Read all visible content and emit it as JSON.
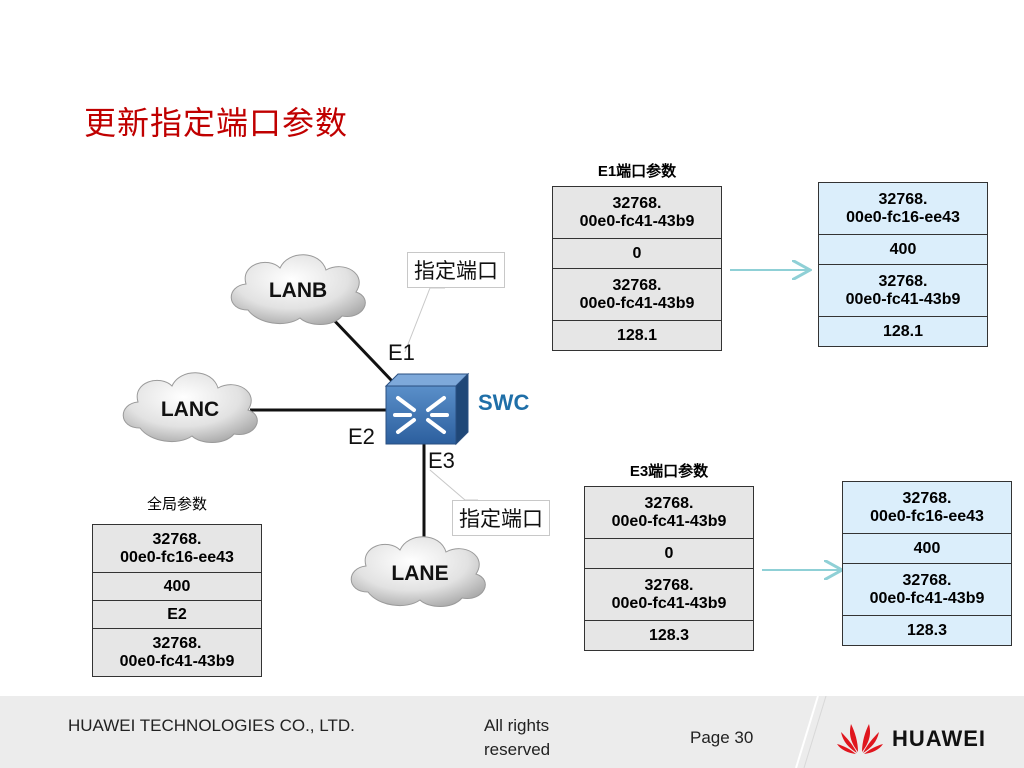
{
  "title": "更新指定端口参数",
  "e1_table": {
    "caption": "E1端口参数",
    "rows": [
      "32768.\n00e0-fc41-43b9",
      "0",
      "32768.\n00e0-fc41-43b9",
      "128.1"
    ]
  },
  "e1_updated_table": {
    "rows": [
      "32768.\n00e0-fc16-ee43",
      "400",
      "32768.\n00e0-fc41-43b9",
      "128.1"
    ]
  },
  "e3_table": {
    "caption": "E3端口参数",
    "rows": [
      "32768.\n00e0-fc41-43b9",
      "0",
      "32768.\n00e0-fc41-43b9",
      "128.3"
    ]
  },
  "e3_updated_table": {
    "rows": [
      "32768.\n00e0-fc16-ee43",
      "400",
      "32768.\n00e0-fc41-43b9",
      "128.3"
    ]
  },
  "global_table": {
    "caption": "全局参数",
    "rows": [
      "32768.\n00e0-fc16-ee43",
      "400",
      "E2",
      "32768.\n00e0-fc41-43b9"
    ]
  },
  "network": {
    "lanb": "LANB",
    "lanc": "LANC",
    "lane": "LANE",
    "switch_name": "SWC",
    "port_e1": "E1",
    "port_e2": "E2",
    "port_e3": "E3",
    "callout_e1": "指定端口",
    "callout_e3": "指定端口"
  },
  "footer": {
    "company": "HUAWEI TECHNOLOGIES CO., LTD.",
    "rights": "All rights reserved",
    "page": "Page 30",
    "brand": "HUAWEI"
  },
  "colors": {
    "title": "#c00000",
    "switch_label": "#1f6fa8",
    "arrow": "#8fd0d6",
    "gray_cell": "#e6e6e6",
    "blue_cell": "#dbeefb",
    "logo_red": "#e0161e"
  }
}
